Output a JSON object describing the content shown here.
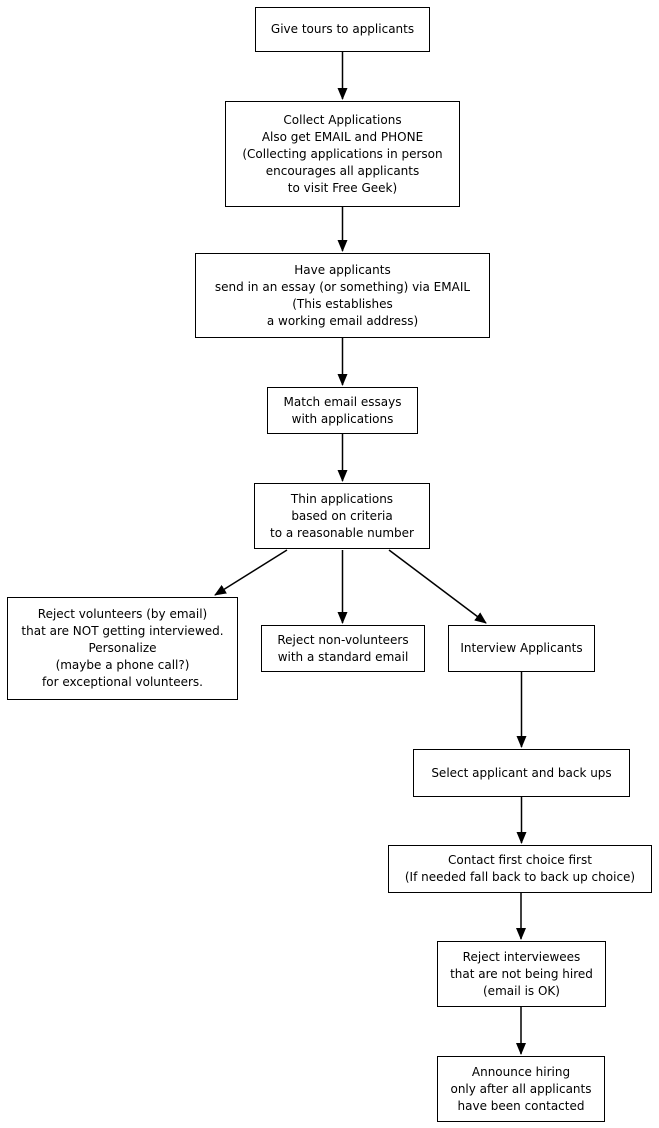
{
  "diagram": {
    "type": "flowchart",
    "background_color": "#ffffff",
    "line_color": "#000000",
    "box_fill_color": "#ffffff",
    "nodes": [
      {
        "id": "give-tours",
        "label": "Give tours to applicants"
      },
      {
        "id": "collect-applications",
        "label": "Collect Applications\nAlso get EMAIL and PHONE\n(Collecting applications in person\nencourages all applicants\nto visit Free Geek)"
      },
      {
        "id": "send-essay",
        "label": "Have applicants\nsend in an essay (or something) via EMAIL\n(This establishes\na working email address)"
      },
      {
        "id": "match-essays",
        "label": "Match email essays\nwith applications"
      },
      {
        "id": "thin-applications",
        "label": "Thin applications\nbased on criteria\nto a reasonable number"
      },
      {
        "id": "reject-volunteers",
        "label": "Reject volunteers (by email)\nthat are NOT getting interviewed.\nPersonalize\n(maybe a phone call?)\nfor exceptional volunteers."
      },
      {
        "id": "reject-non-volunteers",
        "label": "Reject non-volunteers\nwith a standard email"
      },
      {
        "id": "interview-applicants",
        "label": "Interview Applicants"
      },
      {
        "id": "select-applicant",
        "label": "Select applicant and back ups"
      },
      {
        "id": "contact-first-choice",
        "label": "Contact first choice first\n(If needed fall back to back up choice)"
      },
      {
        "id": "reject-interviewees",
        "label": "Reject interviewees\nthat are not being hired\n(email is OK)"
      },
      {
        "id": "announce-hiring",
        "label": "Announce hiring\nonly after all applicants\nhave been contacted"
      }
    ],
    "edges": [
      {
        "from": "give-tours",
        "to": "collect-applications"
      },
      {
        "from": "collect-applications",
        "to": "send-essay"
      },
      {
        "from": "send-essay",
        "to": "match-essays"
      },
      {
        "from": "match-essays",
        "to": "thin-applications"
      },
      {
        "from": "thin-applications",
        "to": "reject-volunteers"
      },
      {
        "from": "thin-applications",
        "to": "reject-non-volunteers"
      },
      {
        "from": "thin-applications",
        "to": "interview-applicants"
      },
      {
        "from": "interview-applicants",
        "to": "select-applicant"
      },
      {
        "from": "select-applicant",
        "to": "contact-first-choice"
      },
      {
        "from": "contact-first-choice",
        "to": "reject-interviewees"
      },
      {
        "from": "reject-interviewees",
        "to": "announce-hiring"
      }
    ]
  }
}
